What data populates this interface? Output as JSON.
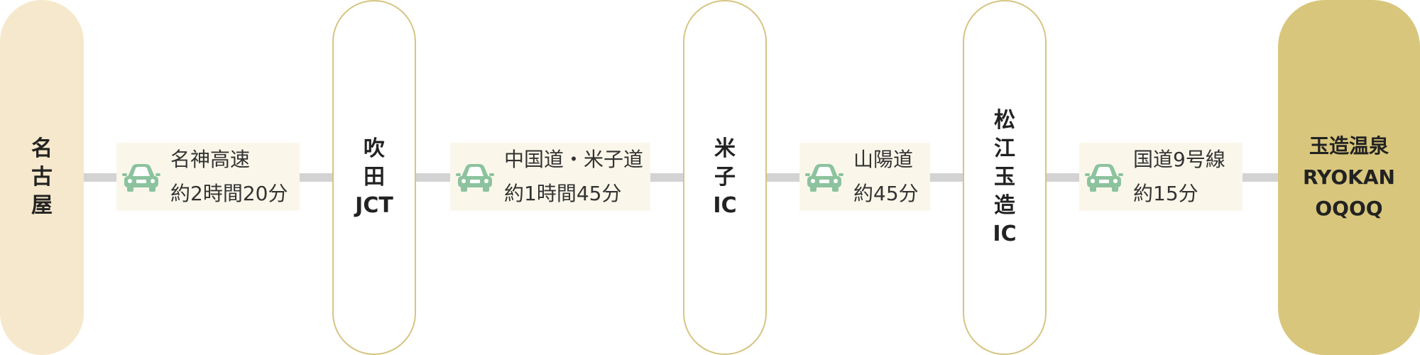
{
  "colors": {
    "origin_bg": "#f6e8cc",
    "stop_border": "#d6c583",
    "destination_bg": "#d8c67c",
    "route_bg": "#faf7ea",
    "connector": "#d3d3d3",
    "car_icon": "#8cc39e"
  },
  "nodes": {
    "origin": {
      "chars": [
        "名",
        "古",
        "屋"
      ]
    },
    "suita": {
      "chars": [
        "吹",
        "田",
        "JCT"
      ]
    },
    "yonago": {
      "chars": [
        "米",
        "子",
        "IC"
      ]
    },
    "matsue": {
      "chars": [
        "松",
        "江",
        "玉",
        "造",
        "IC"
      ]
    },
    "destination": {
      "lines": [
        "玉造温泉",
        "RYOKAN",
        "OQOQ"
      ]
    }
  },
  "routes": [
    {
      "road": "名神高速",
      "time": "約2時間20分",
      "icon": "car-icon"
    },
    {
      "road": "中国道・米子道",
      "time": "約1時間45分",
      "icon": "car-icon"
    },
    {
      "road": "山陽道",
      "time": "約45分",
      "icon": "car-icon"
    },
    {
      "road": "国道9号線",
      "time": "約15分",
      "icon": "car-icon"
    }
  ]
}
